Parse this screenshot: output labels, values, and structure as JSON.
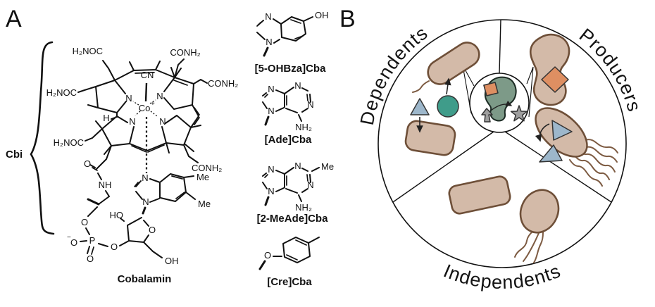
{
  "figure": {
    "panelA": {
      "label": "A",
      "bracket_label": "Cbi",
      "caption": "Cobalamin",
      "atoms": {
        "h2noc": "H₂NOC",
        "conh2": "CONH₂",
        "cn": "CN",
        "co": "Co",
        "plus": "+",
        "n": "N",
        "h": "H",
        "o": "O",
        "nh": "NH",
        "ho": "HO",
        "oh": "OH",
        "me": "Me",
        "p": "P",
        "minus": "−",
        "nh2": "NH₂"
      },
      "variants": [
        {
          "name": "[5-OHBza]Cba"
        },
        {
          "name": "[Ade]Cba"
        },
        {
          "name": "[2-MeAde]Cba"
        },
        {
          "name": "[Cre]Cba"
        }
      ]
    },
    "panelB": {
      "label": "B",
      "sectors": [
        {
          "name": "Dependents"
        },
        {
          "name": "Producers"
        },
        {
          "name": "Independents"
        }
      ],
      "colors": {
        "cell_fill": "#d3baa8",
        "cell_outline": "#6e4f38",
        "teal_circle": "#3f9c8a",
        "blue_triangle": "#9db7cb",
        "orange_shape": "#de8f62",
        "enzyme_green": "#7d9a88",
        "gray_shape": "#9e9e9e",
        "flagella": "#7d5b42",
        "line": "#111111"
      }
    }
  }
}
